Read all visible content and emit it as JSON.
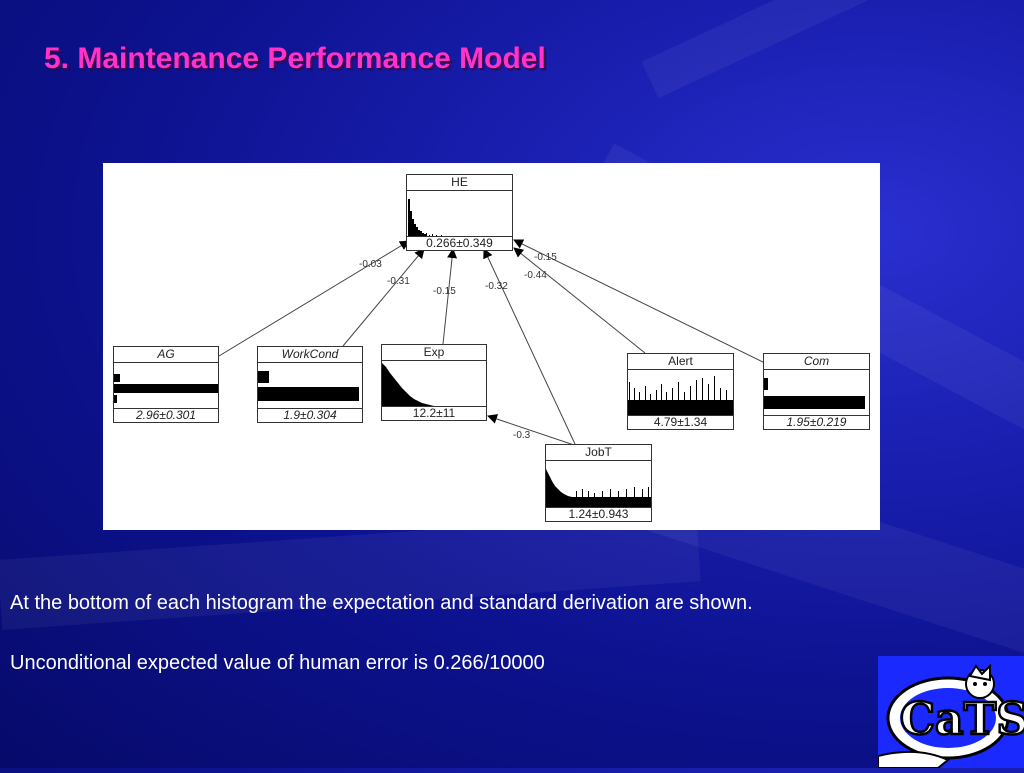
{
  "slide": {
    "title": "5. Maintenance Performance Model",
    "caption_1": "At the bottom of each histogram the expectation and standard derivation are shown.",
    "caption_2": "Unconditional expected value of human error is 0.266/10000",
    "logo_text": "CaTS"
  },
  "diagram": {
    "nodes": [
      {
        "id": "HE",
        "name": "HE",
        "stat": "0.266±0.349",
        "italic": false
      },
      {
        "id": "AG",
        "name": "AG",
        "stat": "2.96±0.301",
        "italic": true
      },
      {
        "id": "WorkCond",
        "name": "WorkCond",
        "stat": "1.9±0.304",
        "italic": true
      },
      {
        "id": "Exp",
        "name": "Exp",
        "stat": "12.2±11",
        "italic": false
      },
      {
        "id": "Alert",
        "name": "Alert",
        "stat": "4.79±1.34",
        "italic": false
      },
      {
        "id": "Com",
        "name": "Com",
        "stat": "1.95±0.219",
        "italic": true
      },
      {
        "id": "JobT",
        "name": "JobT",
        "stat": "1.24±0.943",
        "italic": false
      }
    ],
    "edges": [
      {
        "from": "AG",
        "to": "HE",
        "label": "-0.03"
      },
      {
        "from": "WorkCond",
        "to": "HE",
        "label": "-0.31"
      },
      {
        "from": "Exp",
        "to": "HE",
        "label": "-0.15"
      },
      {
        "from": "JobT",
        "to": "HE",
        "label": "-0.32"
      },
      {
        "from": "Alert",
        "to": "HE",
        "label": "-0.44"
      },
      {
        "from": "Com",
        "to": "HE",
        "label": "-0.15"
      },
      {
        "from": "JobT",
        "to": "Exp",
        "label": "-0.3"
      }
    ]
  },
  "colors": {
    "title": "#ff33cc",
    "background": "#0d1290",
    "text": "#ffffff",
    "panel": "#ffffff"
  }
}
